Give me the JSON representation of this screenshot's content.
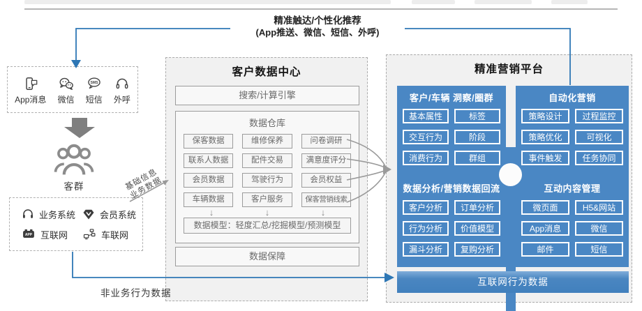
{
  "banner": {
    "title": "精准触达/个性化推荐",
    "subtitle": "(App推送、微信、短信、外呼)"
  },
  "touchpoints": {
    "items": [
      {
        "label": "App消息",
        "icon": "app-message-icon"
      },
      {
        "label": "微信",
        "icon": "wechat-icon"
      },
      {
        "label": "短信",
        "icon": "sms-icon"
      },
      {
        "label": "外呼",
        "icon": "outbound-call-icon"
      }
    ]
  },
  "audience": {
    "label": "客群"
  },
  "sources": {
    "items": [
      {
        "label": "业务系统",
        "icon": "headset-icon"
      },
      {
        "label": "会员系统",
        "icon": "vip-diamond-icon"
      },
      {
        "label": "互联网",
        "icon": "app-badge-icon"
      },
      {
        "label": "车联网",
        "icon": "connected-car-icon"
      }
    ]
  },
  "flows": {
    "basic_info": "基础信息",
    "business_data": "业务数据",
    "non_business": "非业务行为数据"
  },
  "data_center": {
    "title": "客户数据中心",
    "engine": "搜索/计算引擎",
    "warehouse": {
      "title": "数据仓库",
      "items": [
        "保客数据",
        "维修保养",
        "问卷调研",
        "联系人数据",
        "配件交易",
        "满意度评分",
        "会员数据",
        "驾驶行为",
        "会员权益",
        "车辆数据",
        "客户服务",
        "保客营销线索"
      ],
      "model": "数据模型：轻度汇总/挖掘模型/预测模型"
    },
    "assurance": "数据保障"
  },
  "platform": {
    "title": "精准营销平台",
    "panels": [
      {
        "title": "客户/车辆 洞察/圈群",
        "items": [
          "基本属性",
          "标签",
          "交互行为",
          "阶段",
          "消费行为",
          "群组"
        ]
      },
      {
        "title": "自动化营销",
        "items": [
          "策略设计",
          "过程监控",
          "策略优化",
          "可视化",
          "事件触发",
          "任务协同"
        ]
      },
      {
        "title": "数据分析/营销数据回流",
        "items": [
          "客户分析",
          "订单分析",
          "行为分析",
          "价值模型",
          "漏斗分析",
          "复购分析"
        ]
      },
      {
        "title": "互动内容管理",
        "items": [
          "微页面",
          "H5&网站",
          "App消息",
          "微信",
          "邮件",
          "短信"
        ]
      }
    ],
    "bottom_bar": "互联网行为数据"
  },
  "colors": {
    "panel_blue": "#4a87c4",
    "line_blue": "#2e77b5",
    "grey_border": "#9b9b9b",
    "grey_text": "#6a6a6a"
  }
}
